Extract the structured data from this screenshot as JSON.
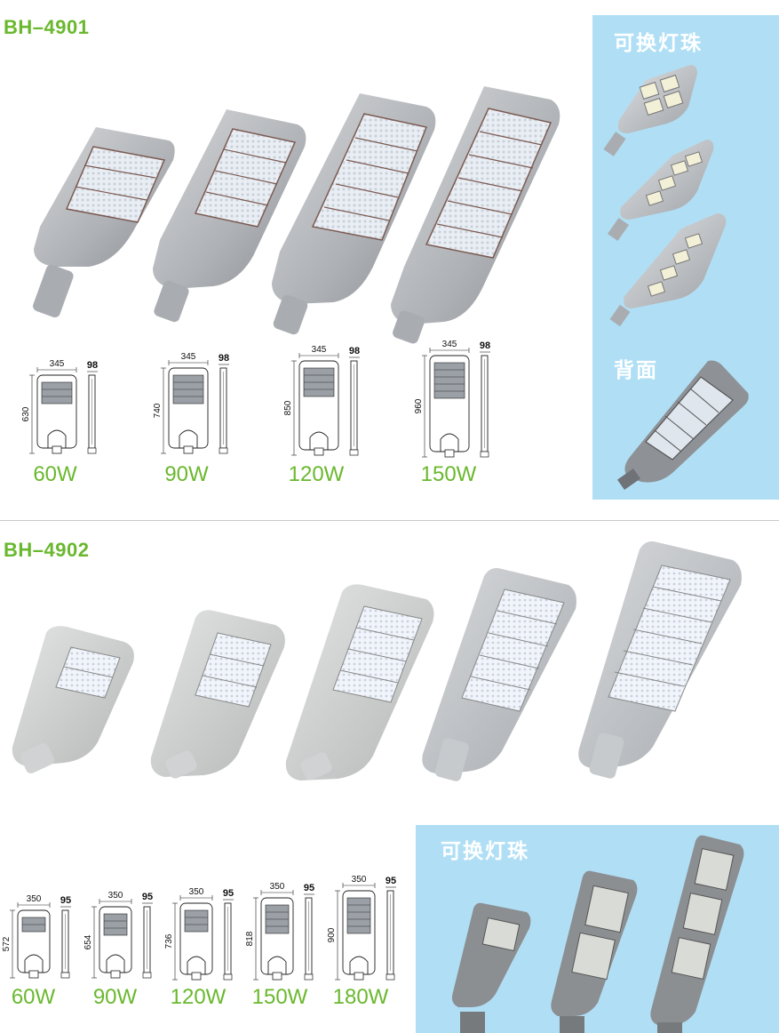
{
  "section1": {
    "model": "BH–4901",
    "panel_title_replaceable": "可换灯珠",
    "panel_title_back": "背面",
    "products": [
      {
        "watt": "60W",
        "width": "345",
        "depth": "98",
        "height": "630"
      },
      {
        "watt": "90W",
        "width": "345",
        "depth": "98",
        "height": "740"
      },
      {
        "watt": "120W",
        "width": "345",
        "depth": "98",
        "height": "850"
      },
      {
        "watt": "150W",
        "width": "345",
        "depth": "98",
        "height": "960"
      }
    ]
  },
  "section2": {
    "model": "BH–4902",
    "panel_title_replaceable": "可换灯珠",
    "products": [
      {
        "watt": "60W",
        "width": "350",
        "depth": "95",
        "height": "572"
      },
      {
        "watt": "90W",
        "width": "350",
        "depth": "95",
        "height": "654"
      },
      {
        "watt": "120W",
        "width": "350",
        "depth": "95",
        "height": "736"
      },
      {
        "watt": "150W",
        "width": "350",
        "depth": "95",
        "height": "818"
      },
      {
        "watt": "180W",
        "width": "350",
        "depth": "95",
        "height": "900"
      }
    ]
  },
  "colors": {
    "accent_green": "#6ab82e",
    "panel_blue": "#b0dff5",
    "housing_grey": "#b9bcc0",
    "led_white": "#eef4fb"
  }
}
